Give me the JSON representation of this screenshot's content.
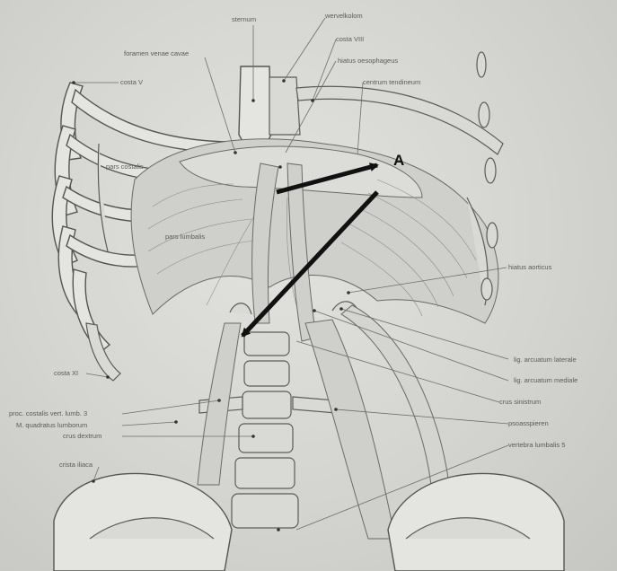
{
  "labels": {
    "sternum": "sternum",
    "wervelkolom": "wervelkolom",
    "costa_viii": "costa VIII",
    "foramen_venae_cavae": "foramen venae cavae",
    "hiatus_oesophageus": "hiatus oesophageus",
    "centrum_tendineum": "centrum tendineum",
    "costa_v": "costa V",
    "pars_costalis": "pars costalis",
    "pars_lumbalis": "pars lumbalis",
    "hiatus_aorticus": "hiatus aorticus",
    "costa_xi": "costa XI",
    "lig_arcuatum_laterale": "lig. arcuatum laterale",
    "lig_arcuatum mediale": "lig. arcuatum mediale",
    "crus_sinistrum": "crus sinistrum",
    "proc_costalis": "proc. costalis vert. lumb. 3",
    "m_quadratus": "M. quadratus lumborum",
    "crus_dextrum": "crus dextrum",
    "psoasspieren": "psoasspieren",
    "vertebra_lumbalis": "vertebra lumbalis 5",
    "crista_iliaca": "crista iliaca"
  },
  "annotation": {
    "marker": "A"
  },
  "colors": {
    "arrow": "#111111",
    "paper": "#d6d6d4"
  }
}
